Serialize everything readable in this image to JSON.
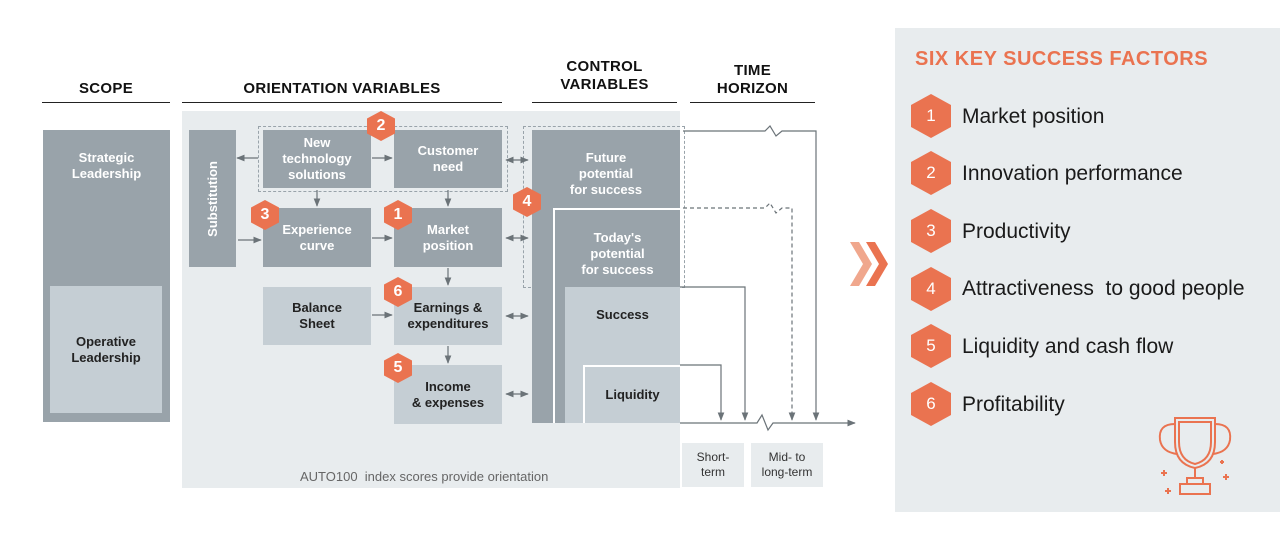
{
  "headers": {
    "scope": "SCOPE",
    "orientation": "ORIENTATION VARIABLES",
    "control": "CONTROL\nVARIABLES",
    "time": "TIME\nHORIZON"
  },
  "scope": {
    "strategic": "Strategic\nLeadership",
    "operative": "Operative\nLeadership"
  },
  "orientation": {
    "substitution": "Substitution",
    "new_tech": "New\ntechnology\nsolutions",
    "customer_need": "Customer\nneed",
    "experience_curve": "Experience\ncurve",
    "market_position": "Market\nposition",
    "balance_sheet": "Balance\nSheet",
    "earnings": "Earnings &\nexpenditures",
    "income": "Income\n& expenses",
    "footer": "AUTO100  index scores provide orientation"
  },
  "control": {
    "future": "Future\npotential\nfor success",
    "today": "Today's\npotential\nfor success",
    "success": "Success",
    "liquidity": "Liquidity"
  },
  "time": {
    "short": "Short-\nterm",
    "mid": "Mid- to\nlong-term"
  },
  "badges": {
    "new_tech": "2",
    "experience": "3",
    "market": "1",
    "future": "4",
    "earnings": "6",
    "income": "5"
  },
  "factors": {
    "title": "SIX KEY SUCCESS FACTORS",
    "items": [
      {
        "num": "1",
        "label": "Market position"
      },
      {
        "num": "2",
        "label": "Innovation performance"
      },
      {
        "num": "3",
        "label": "Productivity"
      },
      {
        "num": "4",
        "label": "Attractiveness  to good people"
      },
      {
        "num": "5",
        "label": "Liquidity and cash flow"
      },
      {
        "num": "6",
        "label": "Profitability"
      }
    ]
  },
  "colors": {
    "accent": "#ea7350",
    "box_dark": "#99a3aa",
    "box_light": "#c5ced4",
    "panel": "#e8ecee"
  },
  "icons": {
    "chevrons": "double-chevron-right-icon",
    "trophy": "trophy-icon"
  }
}
